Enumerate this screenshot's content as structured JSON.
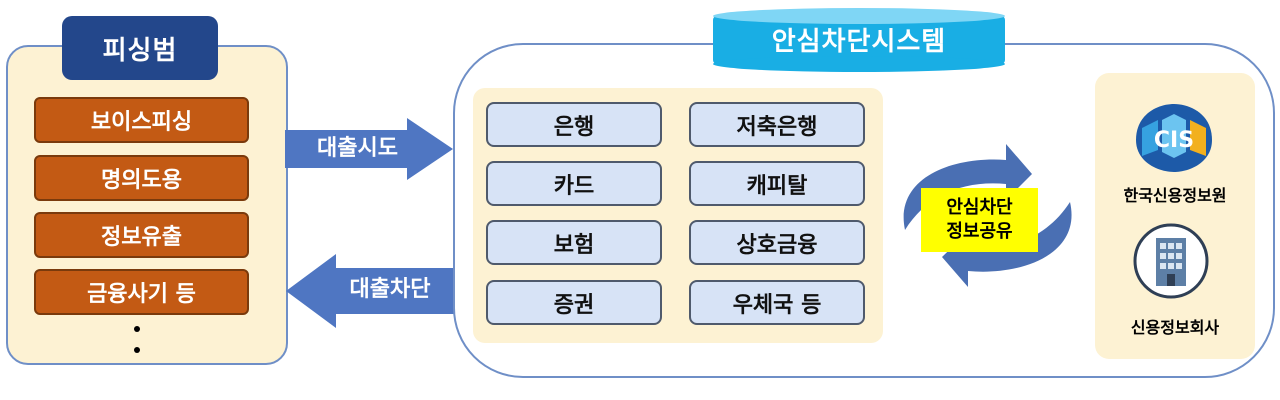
{
  "left": {
    "title": "피싱범",
    "items": [
      "보이스피싱",
      "명의도용",
      "정보유출",
      "금융사기 등"
    ]
  },
  "arrows": {
    "loan_attempt": "대출시도",
    "loan_block": "대출차단"
  },
  "system": {
    "title": "안심차단시스템",
    "institutions": [
      "은행",
      "저축은행",
      "카드",
      "캐피탈",
      "보험",
      "상호금융",
      "증권",
      "우체국 등"
    ],
    "share_label_line1": "안심차단",
    "share_label_line2": "정보공유",
    "agencies": [
      "한국신용정보원",
      "신용정보회사"
    ],
    "logo_text": "CIS"
  },
  "colors": {
    "navy": "#23478b",
    "orange": "#c35a14",
    "cream": "#fdf2d3",
    "arrow_blue": "#4f76c2",
    "inst_fill": "#d7e3f6",
    "banner_blue": "#19aee4",
    "highlight": "#ffff00"
  }
}
